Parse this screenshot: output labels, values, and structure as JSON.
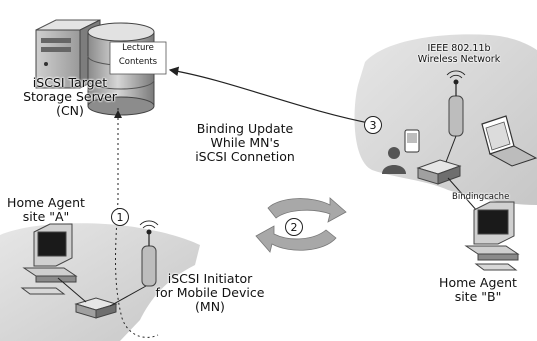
{
  "server": {
    "disk_label_1": "Lecture",
    "disk_label_2": "Contents",
    "title_line_1": "iSCSI Target",
    "title_line_2": "Storage Server",
    "title_line_3": "(CN)"
  },
  "center_caption": {
    "line_1": "Binding Update",
    "line_2": "While MN's",
    "line_3": "iSCSI Connetion"
  },
  "home_agent_a": {
    "line_1": "Home Agent",
    "line_2": "site \"A\""
  },
  "home_agent_b": {
    "line_1": "Home Agent",
    "line_2": "site \"B\"",
    "cache_label": "Bindingcache"
  },
  "wireless": {
    "line_1": "IEEE 802.11b",
    "line_2": "Wireless Network"
  },
  "initiator": {
    "line_1": "iSCSI Initiator",
    "line_2": "for Mobile Device",
    "line_3": "(MN)"
  },
  "steps": [
    "1",
    "2",
    "3"
  ],
  "colors": {
    "cloud": "#d4d4d4",
    "device_light": "#d9d9d9",
    "device_dark": "#5a5a5a",
    "cycle_arrow": "#a8a8a8",
    "line": "#222222"
  }
}
